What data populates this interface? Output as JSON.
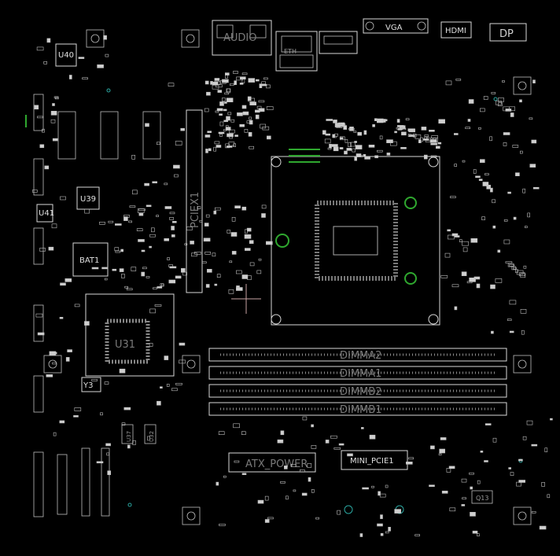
{
  "labels": {
    "audio": "AUDIO",
    "vga": "VGA",
    "hdmi": "HDMI",
    "dp": "DP",
    "u40": "U40",
    "u39": "U39",
    "u41": "U41",
    "bat1": "BAT1",
    "pcie": "PCIEX1",
    "u31": "U31",
    "y3": "Y3",
    "u37": "U37",
    "u32": "U32",
    "atx_power": "ATX_POWER",
    "mini_pcie": "MINI_PCIE1",
    "dimm_a1": "DIMMA1",
    "dimm_a2": "DIMMA2",
    "dimm_b1": "DIMMB1",
    "dimm_b2": "DIMMB2",
    "q13": "Q13",
    "eth": "ETH"
  },
  "colors": {
    "background": "#000000",
    "silkscreen": "#d8d8d8",
    "mounting_hole": "#2fa82f",
    "via_ring": "#2aa6a0",
    "crosshair": "#c9a3a3"
  }
}
